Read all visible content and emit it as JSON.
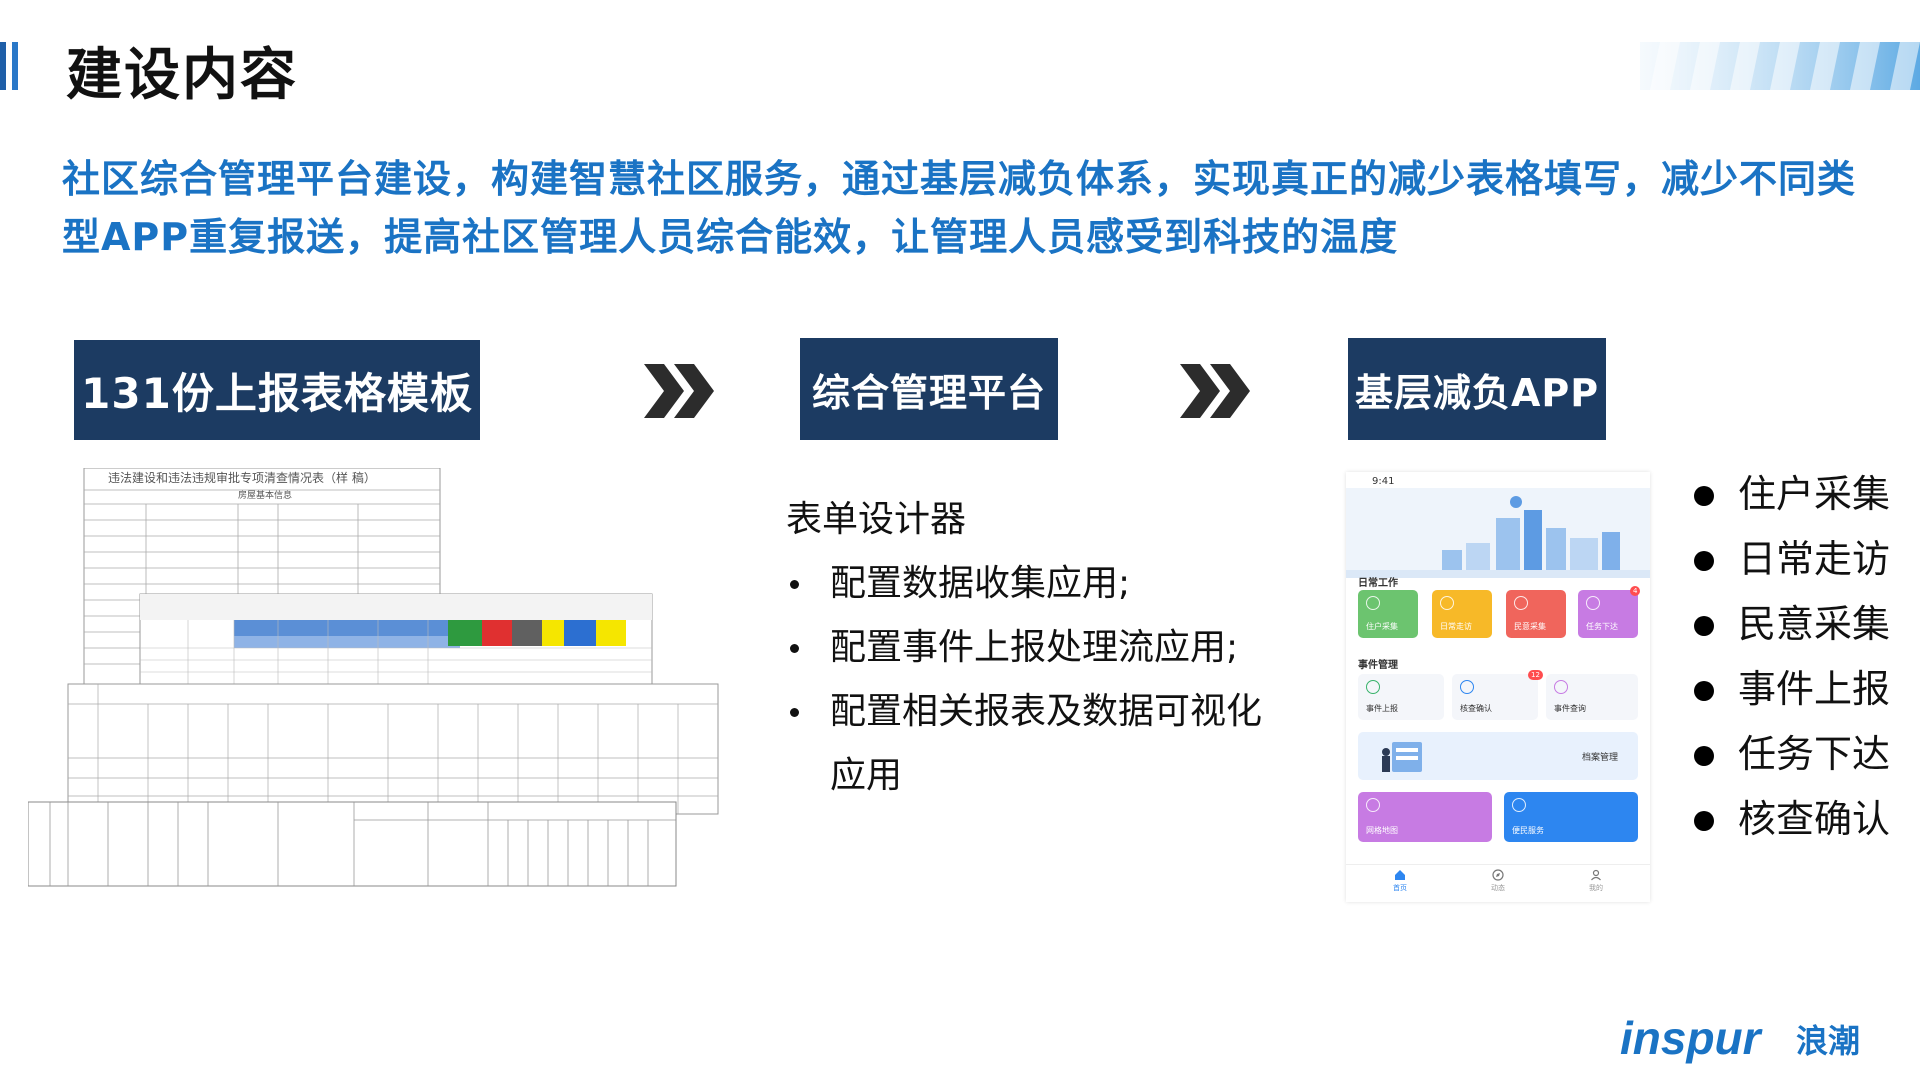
{
  "header": {
    "title": "建设内容"
  },
  "intro": "社区综合管理平台建设，构建智慧社区服务，通过基层减负体系，实现真正的减少表格填写，减少不同类型APP重复报送，提高社区管理人员综合能效，让管理人员感受到科技的温度",
  "steps": [
    {
      "label": "131份上报表格模板"
    },
    {
      "label": "综合管理平台"
    },
    {
      "label": "基层减负APP"
    }
  ],
  "middle": {
    "title": "表单设计器",
    "items": [
      "配置数据收集应用;",
      "配置事件上报处理流应用;",
      "配置相关报表及数据可视化应用"
    ]
  },
  "phone": {
    "time": "9:41",
    "section_daily": "日常工作",
    "daily_tiles": [
      "住户采集",
      "日常走访",
      "民意采集",
      "任务下达"
    ],
    "section_event": "事件管理",
    "event_tiles": [
      "事件上报",
      "核查确认",
      "事件查询"
    ],
    "event_badge": "12",
    "task_badge": "4",
    "archive": "档案管理",
    "bottom_tiles": [
      "网格地图",
      "便民服务"
    ],
    "nav": [
      "首页",
      "动态",
      "我的"
    ]
  },
  "right_list": [
    "住户采集",
    "日常走访",
    "民意采集",
    "事件上报",
    "任务下达",
    "核查确认"
  ],
  "forms": {
    "title": "违法建设和违法违规审批专项清查情况表（样 稿）",
    "subtitle": "房屋基本信息"
  },
  "logo": {
    "latin": "inspur",
    "cn": "浪潮"
  },
  "colors": {
    "accent": "#1a73c4",
    "step_bg": "#1c3b62",
    "tile_green": "#6cc46f",
    "tile_yellow": "#f7b928",
    "tile_red": "#f0655c",
    "tile_purple": "#c77be3",
    "tile_blue": "#2d86f0"
  }
}
